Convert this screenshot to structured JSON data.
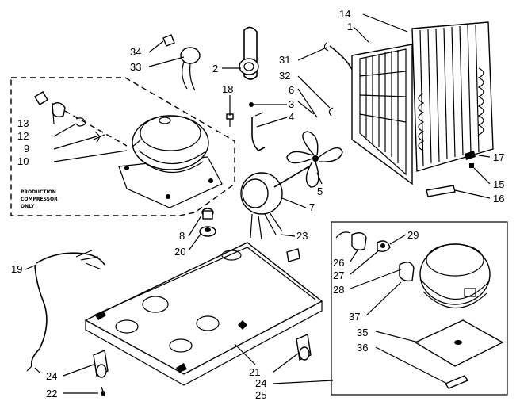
{
  "note": [
    "PRODUCTION",
    "COMPRESSOR",
    "ONLY"
  ],
  "callouts": {
    "c1": "1",
    "c2": "2",
    "c3": "3",
    "c4": "4",
    "c5": "5",
    "c6": "6",
    "c7": "7",
    "c8": "8",
    "c9": "9",
    "c10": "10",
    "c12": "12",
    "c13": "13",
    "c14": "14",
    "c15": "15",
    "c16": "16",
    "c17": "17",
    "c18": "18",
    "c19": "19",
    "c20": "20",
    "c21": "21",
    "c22": "22",
    "c23": "23",
    "c24a": "24",
    "c24b": "24",
    "c25": "25",
    "c26": "26",
    "c27": "27",
    "c28": "28",
    "c29": "29",
    "c31": "31",
    "c32": "32",
    "c33": "33",
    "c34": "34",
    "c35": "35",
    "c36": "36",
    "c37": "37"
  }
}
